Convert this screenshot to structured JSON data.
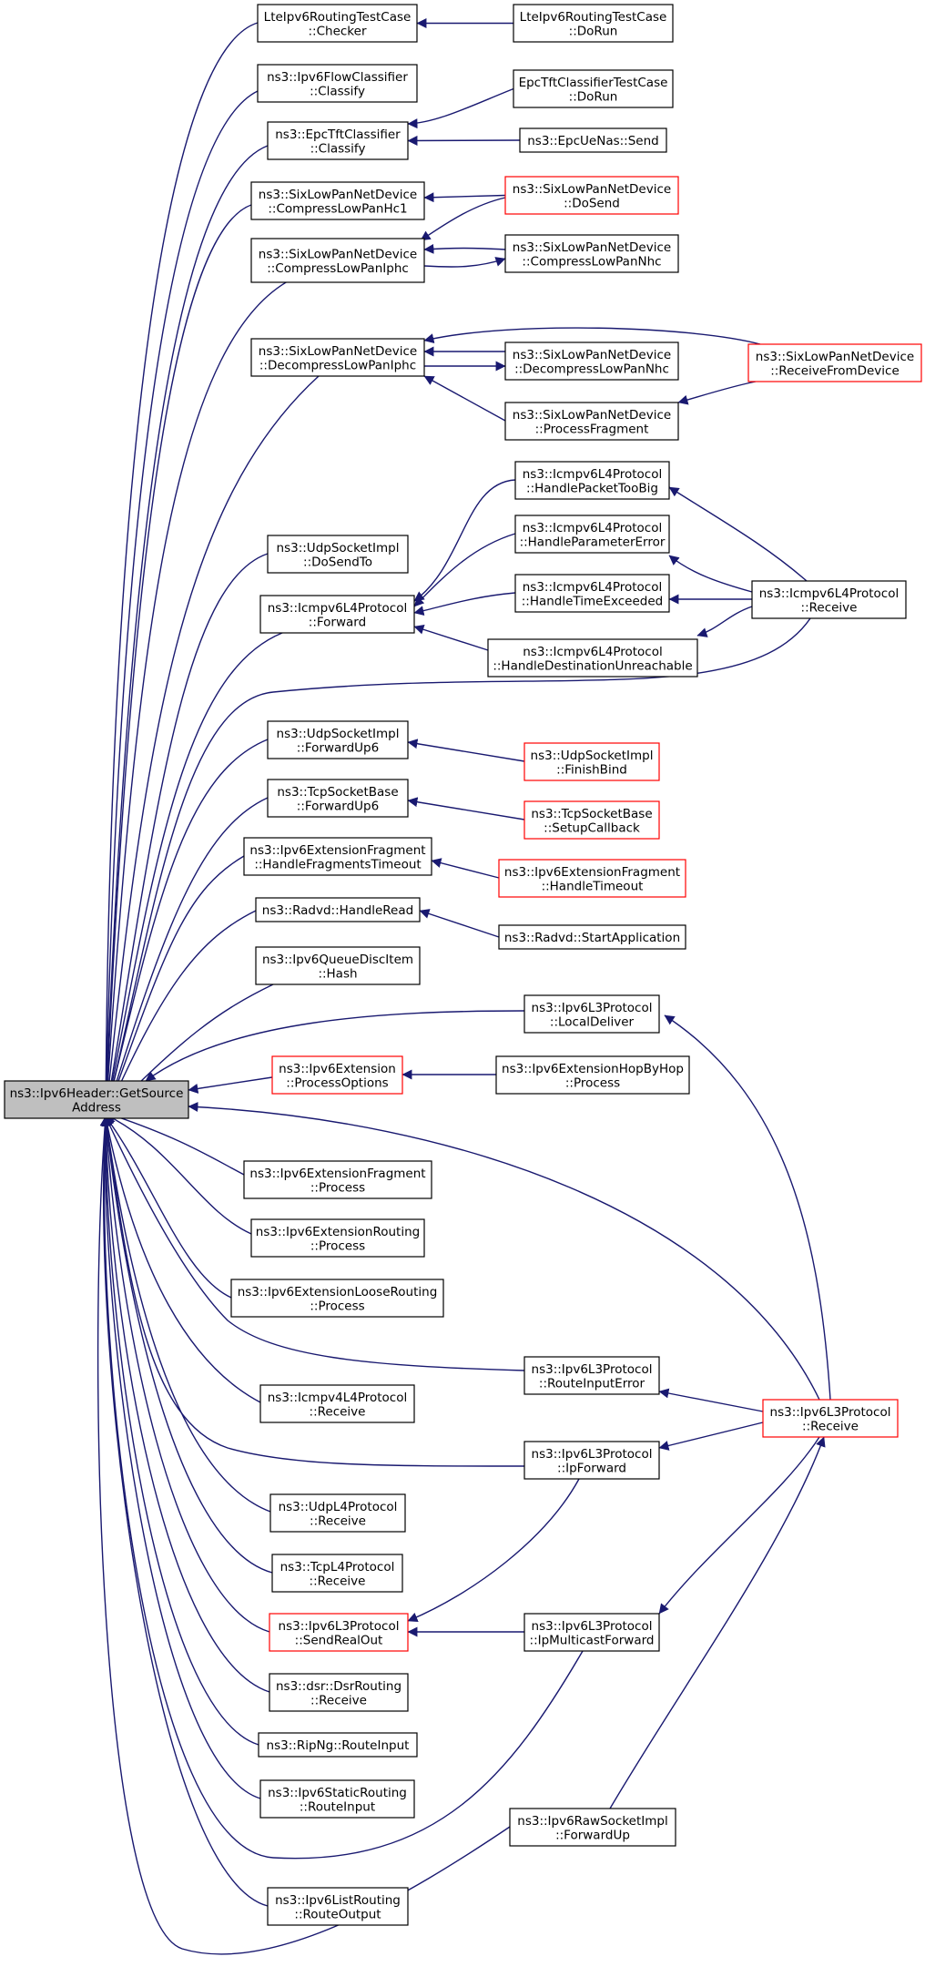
{
  "graph": {
    "focus_node": {
      "lines": [
        "ns3::Ipv6Header::GetSource",
        "Address"
      ]
    },
    "nodes": {
      "n01": {
        "lines": [
          "LteIpv6RoutingTestCase",
          "::Checker"
        ]
      },
      "n02": {
        "lines": [
          "LteIpv6RoutingTestCase",
          "::DoRun"
        ]
      },
      "n03": {
        "lines": [
          "ns3::Ipv6FlowClassifier",
          "::Classify"
        ]
      },
      "n04": {
        "lines": [
          "EpcTftClassifierTestCase",
          "::DoRun"
        ]
      },
      "n05": {
        "lines": [
          "ns3::EpcTftClassifier",
          "::Classify"
        ]
      },
      "n06": {
        "lines": [
          "ns3::EpcUeNas::Send"
        ]
      },
      "n07": {
        "lines": [
          "ns3::SixLowPanNetDevice",
          "::CompressLowPanHc1"
        ]
      },
      "n08": {
        "lines": [
          "ns3::SixLowPanNetDevice",
          "::DoSend"
        ]
      },
      "n09": {
        "lines": [
          "ns3::SixLowPanNetDevice",
          "::CompressLowPanIphc"
        ]
      },
      "n10": {
        "lines": [
          "ns3::SixLowPanNetDevice",
          "::CompressLowPanNhc"
        ]
      },
      "n11": {
        "lines": [
          "ns3::SixLowPanNetDevice",
          "::DecompressLowPanIphc"
        ]
      },
      "n12": {
        "lines": [
          "ns3::SixLowPanNetDevice",
          "::DecompressLowPanNhc"
        ]
      },
      "n13": {
        "lines": [
          "ns3::SixLowPanNetDevice",
          "::ReceiveFromDevice"
        ]
      },
      "n14": {
        "lines": [
          "ns3::SixLowPanNetDevice",
          "::ProcessFragment"
        ]
      },
      "n15": {
        "lines": [
          "ns3::Icmpv6L4Protocol",
          "::HandlePacketTooBig"
        ]
      },
      "n16": {
        "lines": [
          "ns3::Icmpv6L4Protocol",
          "::HandleParameterError"
        ]
      },
      "n17": {
        "lines": [
          "ns3::UdpSocketImpl",
          "::DoSendTo"
        ]
      },
      "n18": {
        "lines": [
          "ns3::Icmpv6L4Protocol",
          "::HandleTimeExceeded"
        ]
      },
      "n19": {
        "lines": [
          "ns3::Icmpv6L4Protocol",
          "::Receive"
        ]
      },
      "n20": {
        "lines": [
          "ns3::Icmpv6L4Protocol",
          "::Forward"
        ]
      },
      "n21": {
        "lines": [
          "ns3::Icmpv6L4Protocol",
          "::HandleDestinationUnreachable"
        ]
      },
      "n22": {
        "lines": [
          "ns3::UdpSocketImpl",
          "::ForwardUp6"
        ]
      },
      "n23": {
        "lines": [
          "ns3::UdpSocketImpl",
          "::FinishBind"
        ]
      },
      "n24": {
        "lines": [
          "ns3::TcpSocketBase",
          "::ForwardUp6"
        ]
      },
      "n25": {
        "lines": [
          "ns3::TcpSocketBase",
          "::SetupCallback"
        ]
      },
      "n26": {
        "lines": [
          "ns3::Ipv6ExtensionFragment",
          "::HandleFragmentsTimeout"
        ]
      },
      "n27": {
        "lines": [
          "ns3::Ipv6ExtensionFragment",
          "::HandleTimeout"
        ]
      },
      "n28": {
        "lines": [
          "ns3::Radvd::HandleRead"
        ]
      },
      "n29": {
        "lines": [
          "ns3::Radvd::StartApplication"
        ]
      },
      "n30": {
        "lines": [
          "ns3::Ipv6QueueDiscItem",
          "::Hash"
        ]
      },
      "n31": {
        "lines": [
          "ns3::Ipv6L3Protocol",
          "::LocalDeliver"
        ]
      },
      "n32": {
        "lines": [
          "ns3::Ipv6Extension",
          "::ProcessOptions"
        ]
      },
      "n33": {
        "lines": [
          "ns3::Ipv6ExtensionHopByHop",
          "::Process"
        ]
      },
      "n34": {
        "lines": [
          "ns3::Ipv6ExtensionFragment",
          "::Process"
        ]
      },
      "n35": {
        "lines": [
          "ns3::Ipv6ExtensionRouting",
          "::Process"
        ]
      },
      "n36": {
        "lines": [
          "ns3::Ipv6ExtensionLooseRouting",
          "::Process"
        ]
      },
      "n37": {
        "lines": [
          "ns3::Ipv6L3Protocol",
          "::RouteInputError"
        ]
      },
      "n38": {
        "lines": [
          "ns3::Icmpv4L4Protocol",
          "::Receive"
        ]
      },
      "n39": {
        "lines": [
          "ns3::Ipv6L3Protocol",
          "::Receive"
        ]
      },
      "n40": {
        "lines": [
          "ns3::Ipv6L3Protocol",
          "::IpForward"
        ]
      },
      "n41": {
        "lines": [
          "ns3::UdpL4Protocol",
          "::Receive"
        ]
      },
      "n42": {
        "lines": [
          "ns3::TcpL4Protocol",
          "::Receive"
        ]
      },
      "n43": {
        "lines": [
          "ns3::Ipv6L3Protocol",
          "::SendRealOut"
        ]
      },
      "n44": {
        "lines": [
          "ns3::Ipv6L3Protocol",
          "::IpMulticastForward"
        ]
      },
      "n45": {
        "lines": [
          "ns3::dsr::DsrRouting",
          "::Receive"
        ]
      },
      "n46": {
        "lines": [
          "ns3::RipNg::RouteInput"
        ]
      },
      "n47": {
        "lines": [
          "ns3::Ipv6StaticRouting",
          "::RouteInput"
        ]
      },
      "n48": {
        "lines": [
          "ns3::Ipv6RawSocketImpl",
          "::ForwardUp"
        ]
      },
      "n49": {
        "lines": [
          "ns3::Ipv6ListRouting",
          "::RouteOutput"
        ]
      }
    },
    "colors": {
      "edge": "#191970",
      "node_border": "#000000",
      "truncated_node_border": "#ff0000",
      "focus_fill": "#bfbfbf",
      "node_fill": "#ffffff"
    }
  }
}
